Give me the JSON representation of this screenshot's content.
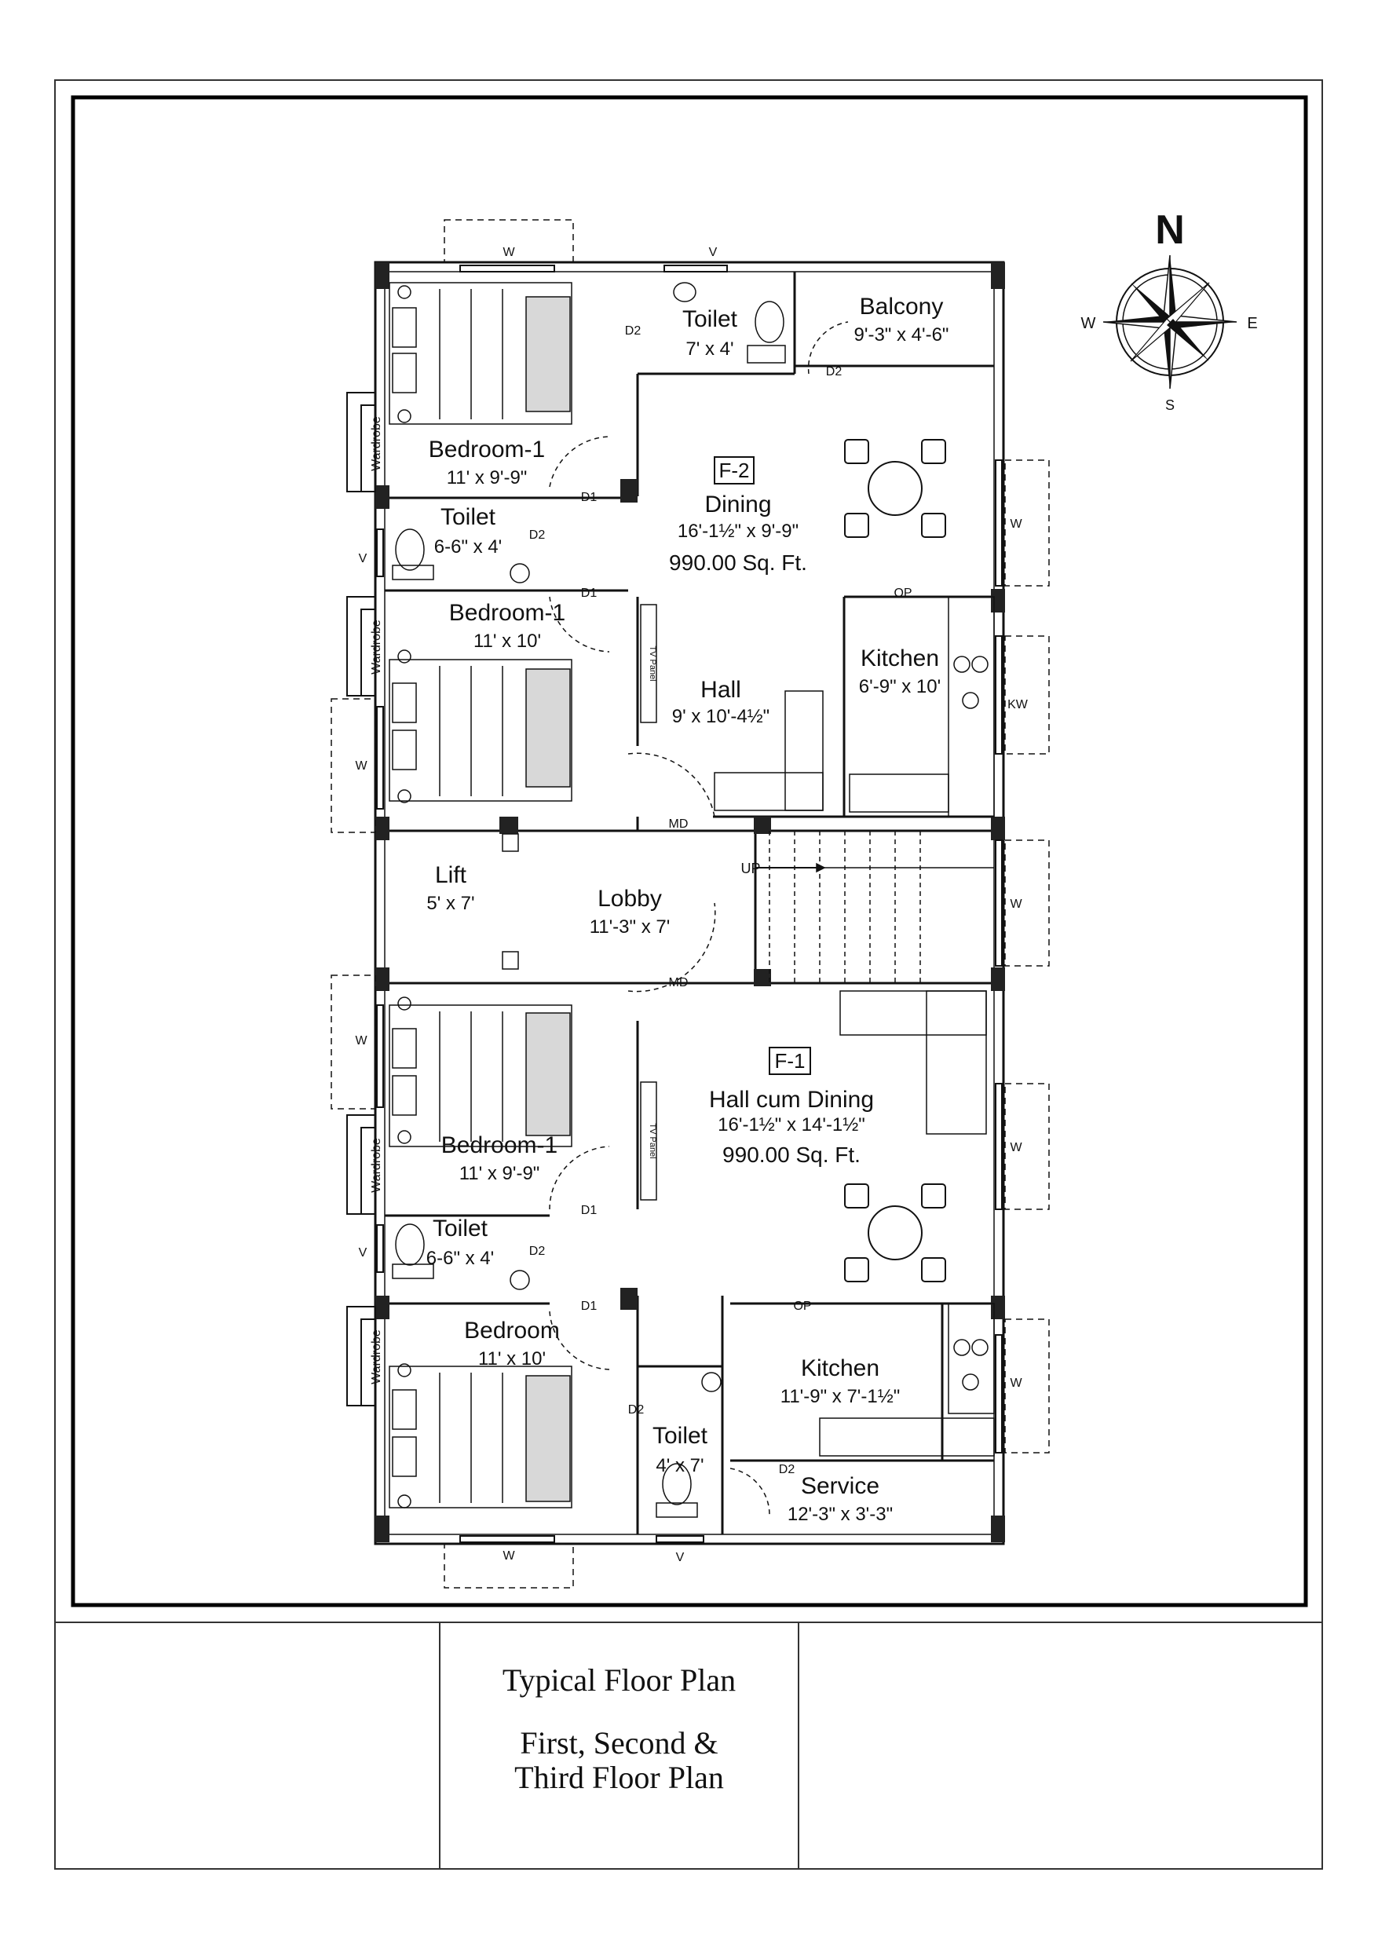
{
  "compass": {
    "north": "N",
    "south": "S",
    "east": "E",
    "west": "W"
  },
  "flat_f2": {
    "tag": "F-2",
    "dining": {
      "name": "Dining",
      "size": "16'-1½\" x 9'-9\""
    },
    "area": "990.00 Sq. Ft.",
    "balcony": {
      "name": "Balcony",
      "size": "9'-3\" x 4'-6\""
    },
    "toilet_top": {
      "name": "Toilet",
      "size": "7' x 4'"
    },
    "bedroom_a": {
      "name": "Bedroom-1",
      "size": "11' x 9'-9\""
    },
    "toilet_mid": {
      "name": "Toilet",
      "size": "6-6\" x 4'"
    },
    "bedroom_b": {
      "name": "Bedroom-1",
      "size": "11' x 10'"
    },
    "hall": {
      "name": "Hall",
      "size": "9' x 10'-4½\""
    },
    "kitchen": {
      "name": "Kitchen",
      "size": "6'-9\" x 10'"
    }
  },
  "common": {
    "lift": {
      "name": "Lift",
      "size": "5' x 7'"
    },
    "lobby": {
      "name": "Lobby",
      "size": "11'-3\" x 7'"
    },
    "stair_up": "UP"
  },
  "flat_f1": {
    "tag": "F-1",
    "hall_dining": {
      "name": "Hall cum Dining",
      "size": "16'-1½\" x 14'-1½\""
    },
    "area": "990.00 Sq. Ft.",
    "bedroom_a": {
      "name": "Bedroom-1",
      "size": "11' x 9'-9\""
    },
    "toilet_mid": {
      "name": "Toilet",
      "size": "6-6\" x 4'"
    },
    "bedroom_b": {
      "name": "Bedroom",
      "size": "11' x 10'"
    },
    "toilet_bot": {
      "name": "Toilet",
      "size": "4' x 7'"
    },
    "kitchen": {
      "name": "Kitchen",
      "size": "11'-9\" x 7'-1½\""
    },
    "service": {
      "name": "Service",
      "size": "12'-3\" x 3'-3\""
    }
  },
  "marks": {
    "window": "W",
    "ventilator": "V",
    "kitchen_window": "KW",
    "door1": "D1",
    "door2": "D2",
    "main_door": "MD",
    "opening": "OP",
    "wardrobe": "Wardrobe",
    "tv_panel": "TV Panel"
  },
  "title_block": {
    "line1": "Typical Floor Plan",
    "line2": "First, Second &",
    "line3": "Third Floor Plan"
  }
}
